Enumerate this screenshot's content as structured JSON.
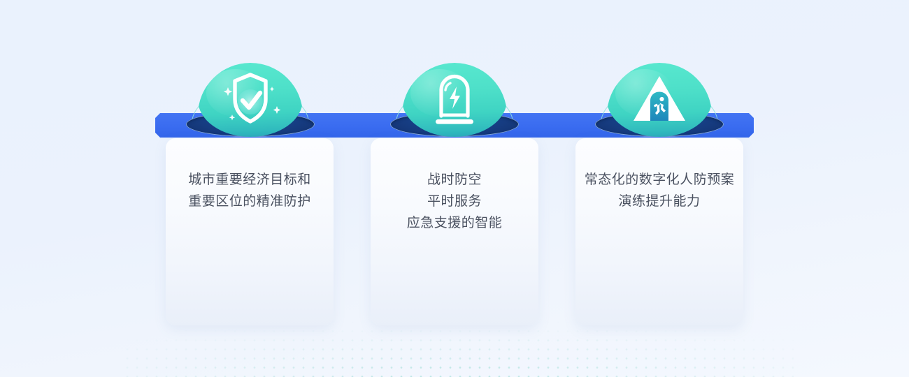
{
  "page": {
    "background_color": "#eaf2fd",
    "accent_blue": "#3a6cf0",
    "accent_teal": "#4ee0c9",
    "hole_navy": "#17417f",
    "text_color": "#4a5160"
  },
  "platform": {
    "label": "blue-platform-bar",
    "color": "#3a6cf0"
  },
  "decor": {
    "dot_field": "dotted-halftone-pattern",
    "arc_color": "#7fe0d5"
  },
  "items": [
    {
      "icon_name": "shield-check-icon",
      "dome_name": "teal-dome-1",
      "text": "城市重要经济目标和\n重要区位的精准防护"
    },
    {
      "icon_name": "alarm-siren-bolt-icon",
      "dome_name": "teal-dome-2",
      "text": "战时防空\n平时服务\n应急支援的智能"
    },
    {
      "icon_name": "evacuation-drill-icon",
      "dome_name": "teal-dome-3",
      "text": "常态化的数字化人防预案\n演练提升能力"
    }
  ]
}
